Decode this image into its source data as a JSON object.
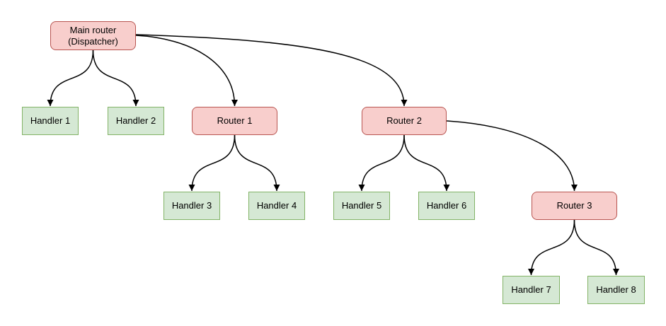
{
  "diagram": {
    "type": "tree-flowchart",
    "nodes": [
      {
        "id": "main-router",
        "label": "Main router\n(Dispatcher)",
        "type": "router"
      },
      {
        "id": "handler-1",
        "label": "Handler 1",
        "type": "handler"
      },
      {
        "id": "handler-2",
        "label": "Handler 2",
        "type": "handler"
      },
      {
        "id": "router-1",
        "label": "Router 1",
        "type": "router"
      },
      {
        "id": "router-2",
        "label": "Router 2",
        "type": "router"
      },
      {
        "id": "handler-3",
        "label": "Handler 3",
        "type": "handler"
      },
      {
        "id": "handler-4",
        "label": "Handler 4",
        "type": "handler"
      },
      {
        "id": "handler-5",
        "label": "Handler 5",
        "type": "handler"
      },
      {
        "id": "handler-6",
        "label": "Handler 6",
        "type": "handler"
      },
      {
        "id": "router-3",
        "label": "Router 3",
        "type": "router"
      },
      {
        "id": "handler-7",
        "label": "Handler 7",
        "type": "handler"
      },
      {
        "id": "handler-8",
        "label": "Handler 8",
        "type": "handler"
      }
    ],
    "edges": [
      {
        "from": "main-router",
        "to": "handler-1"
      },
      {
        "from": "main-router",
        "to": "handler-2"
      },
      {
        "from": "main-router",
        "to": "router-1"
      },
      {
        "from": "main-router",
        "to": "router-2"
      },
      {
        "from": "router-1",
        "to": "handler-3"
      },
      {
        "from": "router-1",
        "to": "handler-4"
      },
      {
        "from": "router-2",
        "to": "handler-5"
      },
      {
        "from": "router-2",
        "to": "handler-6"
      },
      {
        "from": "router-2",
        "to": "router-3"
      },
      {
        "from": "router-3",
        "to": "handler-7"
      },
      {
        "from": "router-3",
        "to": "handler-8"
      }
    ],
    "palette": {
      "router_fill": "#f8cecc",
      "router_stroke": "#b85450",
      "handler_fill": "#d5e8d4",
      "handler_stroke": "#82b366",
      "edge_color": "#000000",
      "background": "#ffffff",
      "text_color": "#000000"
    }
  }
}
